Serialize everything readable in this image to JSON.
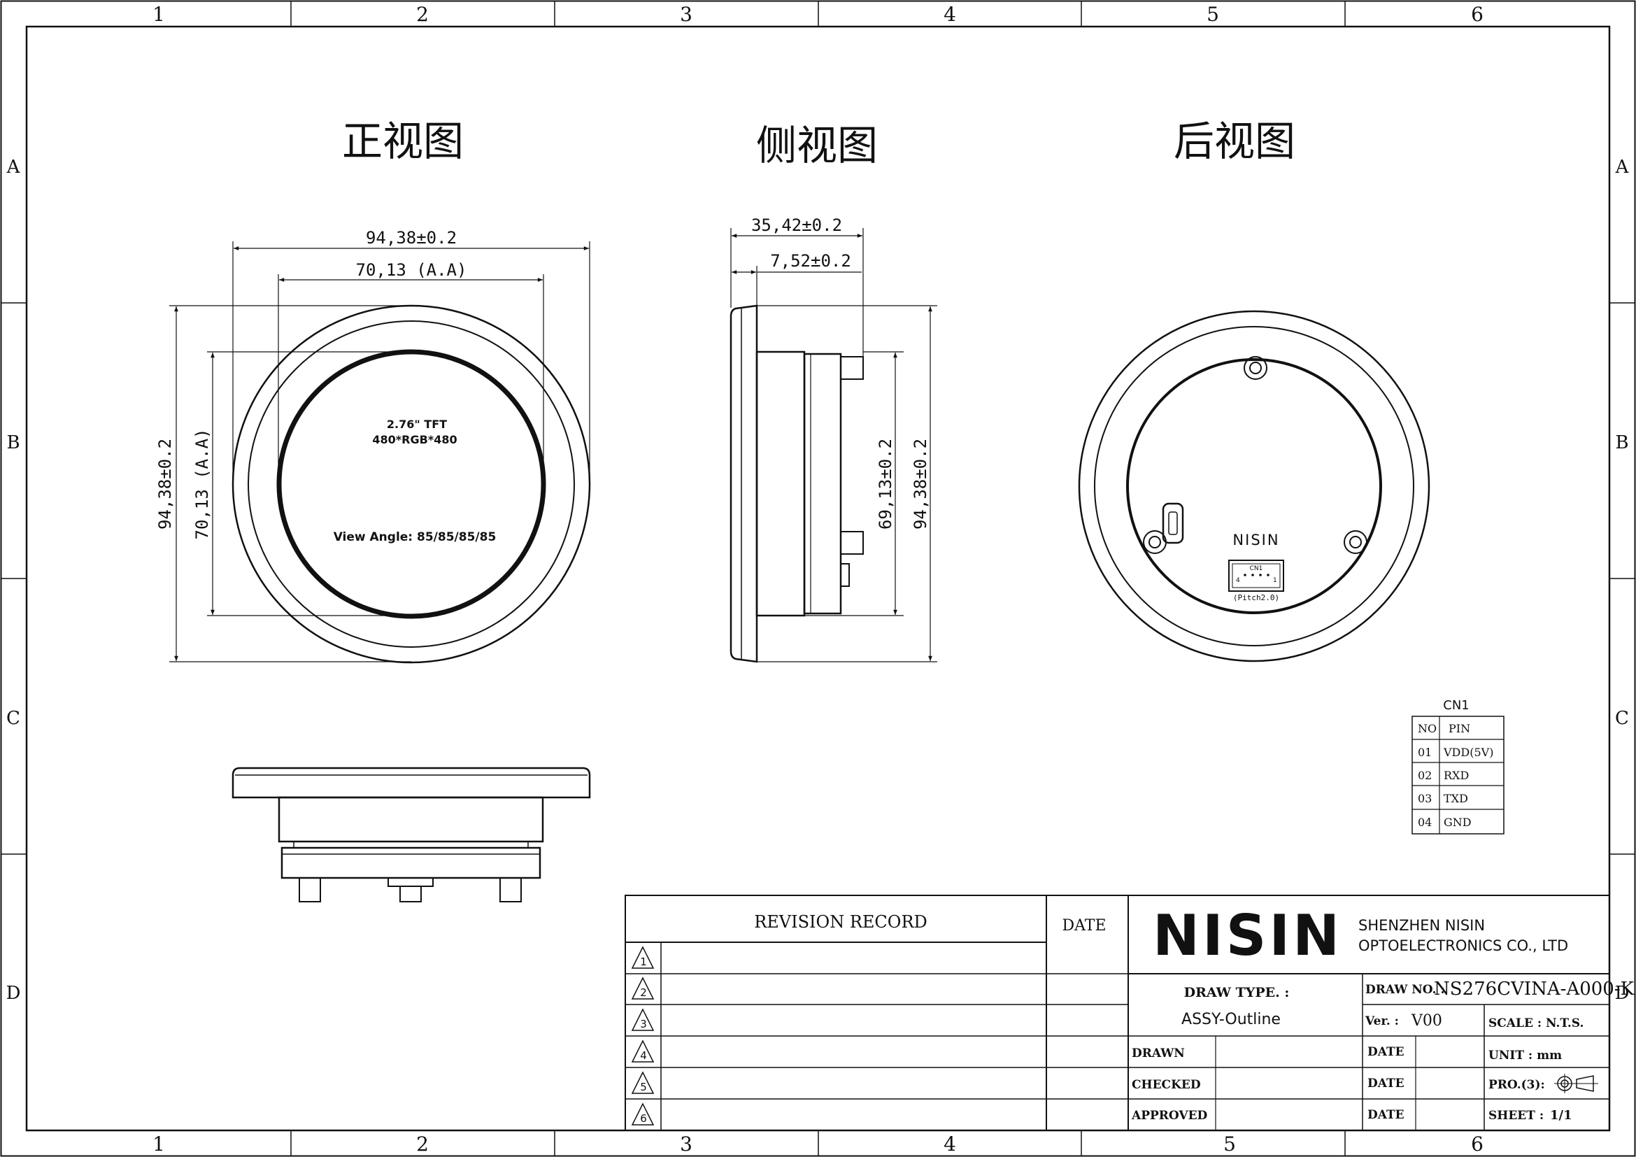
{
  "border": {
    "columns": [
      "1",
      "2",
      "3",
      "4",
      "5",
      "6"
    ],
    "rows": [
      "A",
      "B",
      "C",
      "D"
    ]
  },
  "views": {
    "front_title": "正视图",
    "side_title": "侧视图",
    "rear_title": "后视图"
  },
  "front": {
    "dim_outer_width": "94,38±0.2",
    "dim_aa_width": "70,13 (A.A)",
    "dim_outer_height": "94,38±0.2",
    "dim_aa_height": "70,13 (A.A)",
    "panel_line1": "2.76\" TFT",
    "panel_line2": "480*RGB*480",
    "view_angle": "View Angle: 85/85/85/85"
  },
  "side": {
    "dim_depth": "35,42±0.2",
    "dim_bezel": "7,52±0.2",
    "dim_body_height": "69,13±0.2",
    "dim_total_height": "94,38±0.2"
  },
  "rear": {
    "brand": "NISIN",
    "connector_label": "CN1",
    "connector_pin_left": "4",
    "connector_pin_right": "1",
    "connector_pitch": "(Pitch2.0)"
  },
  "cn1_table": {
    "title": "CN1",
    "headers": [
      "NO",
      "PIN"
    ],
    "rows": [
      [
        "01",
        "VDD(5V)"
      ],
      [
        "02",
        "RXD"
      ],
      [
        "03",
        "TXD"
      ],
      [
        "04",
        "GND"
      ]
    ]
  },
  "title_block": {
    "revision_record": "REVISION RECORD",
    "date_header": "DATE",
    "revisions": [
      "1",
      "2",
      "3",
      "4",
      "5",
      "6"
    ],
    "logo": "NISIN",
    "company_line1": "SHENZHEN NISIN",
    "company_line2": "OPTOELECTRONICS CO., LTD",
    "draw_type_label": "DRAW TYPE. :",
    "draw_type_value": "ASSY-Outline",
    "drawn": "DRAWN",
    "checked": "CHECKED",
    "approved": "APPROVED",
    "date": "DATE",
    "draw_no_label": "DRAW NO. :",
    "draw_no_value": "NS276CVINA-A000-K",
    "ver_label": "Ver. :",
    "ver_value": "V00",
    "scale": "SCALE : N.T.S.",
    "unit": "UNIT : mm",
    "projection": "PRO.(3):",
    "sheet_label": "SHEET :",
    "sheet_value": "1/1"
  }
}
